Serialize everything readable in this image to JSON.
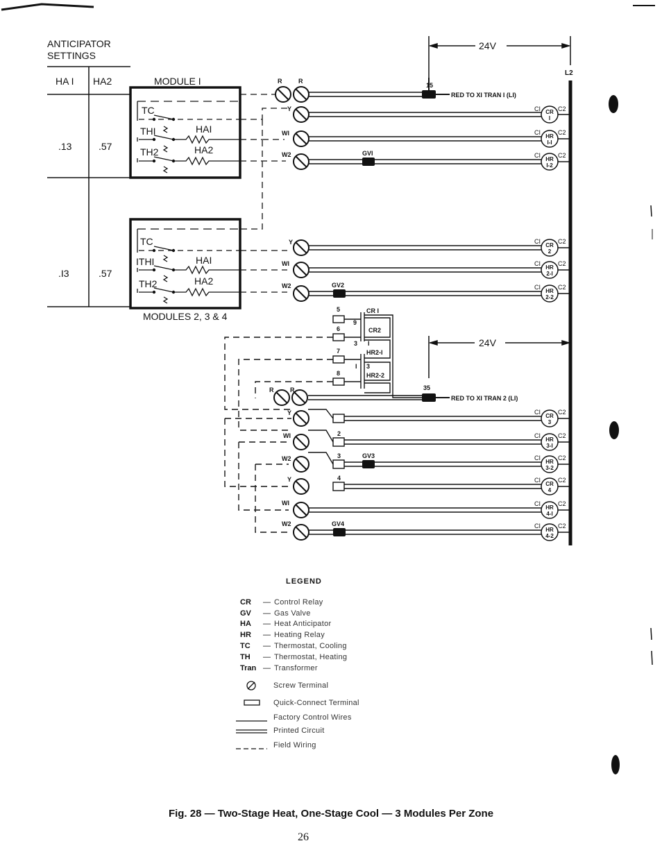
{
  "anticipator": {
    "title_line1": "ANTICIPATOR",
    "title_line2": "SETTINGS",
    "col_ha1": "HA I",
    "col_ha2": "HA2",
    "rows": [
      {
        "ha1": ".13",
        "ha2": ".57"
      },
      {
        "ha1": ".I3",
        "ha2": ".57"
      }
    ]
  },
  "module1": {
    "label": "MODULE  I",
    "tc": "TC",
    "th1": "THI",
    "th2": "TH2",
    "ha1": "HAI",
    "ha2": "HA2"
  },
  "module234": {
    "label": "MODULES  2, 3 & 4",
    "tc": "TC",
    "th1": "ITHI",
    "th2": "TH2",
    "ha1": "HAI",
    "ha2": "HA2"
  },
  "power": {
    "v24_top": "24V",
    "v24_mid": "24V",
    "l2": "L2",
    "wire15": "15",
    "red_tran1": "RED TO XI TRAN I (LI)",
    "wire35": "35",
    "red_tran2": "RED TO XI TRAN 2 (LI)"
  },
  "terminals": {
    "r": "R",
    "y": "Y",
    "w1": "WI",
    "w2": "W2",
    "gv1": "GVI",
    "gv2": "GV2",
    "gv3": "GV3",
    "gv4": "GV4",
    "c1": "CI",
    "c2": "C2"
  },
  "relays": [
    {
      "top": "CR",
      "bottom": "I"
    },
    {
      "top": "HR",
      "bottom": "I-I"
    },
    {
      "top": "HR",
      "bottom": "I-2"
    },
    {
      "top": "CR",
      "bottom": "2"
    },
    {
      "top": "HR",
      "bottom": "2-I"
    },
    {
      "top": "HR",
      "bottom": "2-2"
    },
    {
      "top": "CR",
      "bottom": "3"
    },
    {
      "top": "HR",
      "bottom": "3-I"
    },
    {
      "top": "HR",
      "bottom": "3-2"
    },
    {
      "top": "CR",
      "bottom": "4"
    },
    {
      "top": "HR",
      "bottom": "4-I"
    },
    {
      "top": "HR",
      "bottom": "4-2"
    }
  ],
  "contacts": {
    "n5": "5",
    "n6": "6",
    "n7": "7",
    "n8": "8",
    "n9": "9",
    "n3": "3",
    "n1": "I",
    "cr1": "CR I",
    "cr2": "CR2",
    "hr21": "HR2-I",
    "hr22": "HR2-2",
    "q2": "2",
    "q3": "3",
    "q4": "4"
  },
  "legend": {
    "title": "LEGEND",
    "items": [
      {
        "abbr": "CR",
        "desc": "Control Relay"
      },
      {
        "abbr": "GV",
        "desc": "Gas Valve"
      },
      {
        "abbr": "HA",
        "desc": "Heat Anticipator"
      },
      {
        "abbr": "HR",
        "desc": "Heating Relay"
      },
      {
        "abbr": "TC",
        "desc": "Thermostat, Cooling"
      },
      {
        "abbr": "TH",
        "desc": "Thermostat, Heating"
      },
      {
        "abbr": "Tran",
        "desc": "Transformer"
      }
    ],
    "dash": "—",
    "symbols": {
      "screw": "Screw Terminal",
      "quick": "Quick-Connect Terminal",
      "factory": "Factory Control Wires",
      "printed": "Printed Circuit",
      "field": "Field Wiring"
    }
  },
  "caption": "Fig. 28 — Two-Stage Heat, One-Stage Cool — 3 Modules Per Zone",
  "page_number": "26"
}
